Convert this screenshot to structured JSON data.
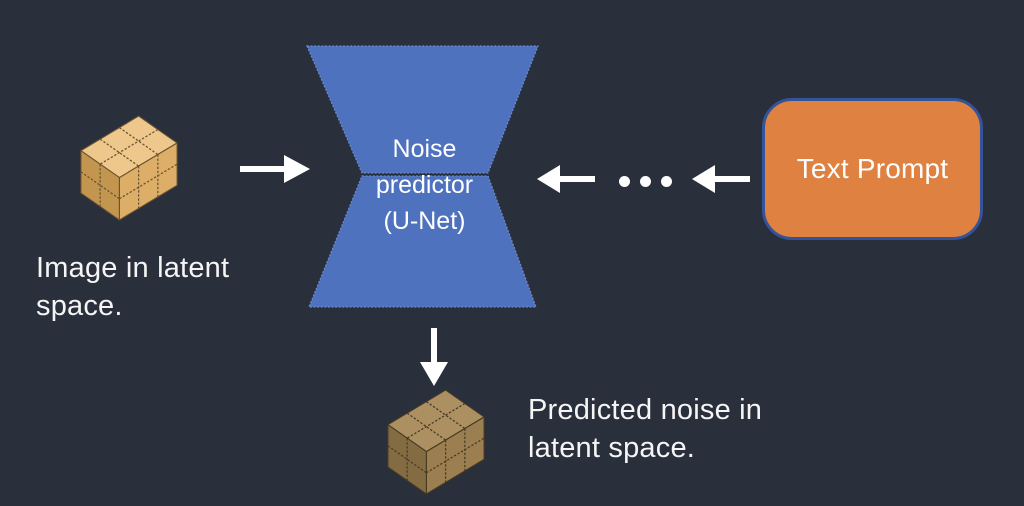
{
  "canvas": {
    "background": "#2A2F3C",
    "text_color": "#F5F5F5"
  },
  "labels": {
    "latent_image": {
      "line1": "Image in latent",
      "line2": "space."
    },
    "predicted_noise": {
      "line1": "Predicted noise in",
      "line2": "latent space."
    }
  },
  "noise_predictor": {
    "line1": "Noise",
    "line2": "predictor",
    "line3": "(U-Net)",
    "fill": "#4E72BE",
    "edge": "#6A88C6",
    "text_color": "#FFFFFF"
  },
  "text_prompt": {
    "label": "Text Prompt",
    "fill": "#DF8140",
    "border": "#33549B",
    "text_color": "#FFFFFF"
  },
  "arrows": {
    "color": "#FFFFFF"
  },
  "ellipsis": {
    "count": 3
  },
  "cubes": {
    "latent": {
      "top": "#EDC78B",
      "left": "#C3964F",
      "right": "#DCAE67",
      "stroke": "#6B5230"
    },
    "noise": {
      "top": "#AC9062",
      "left": "#846C42",
      "right": "#9B7F50",
      "stroke": "#473A24"
    }
  }
}
